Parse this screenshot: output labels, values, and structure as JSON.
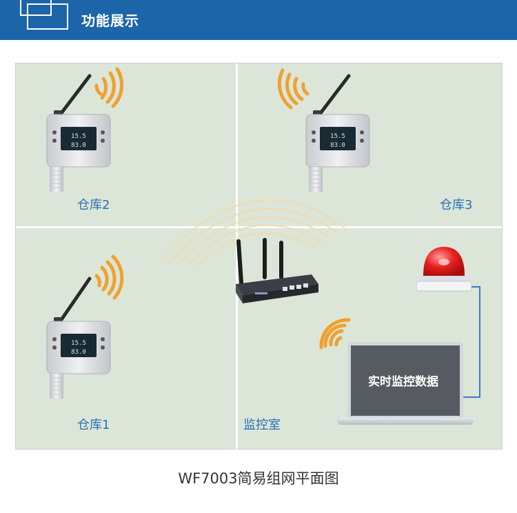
{
  "header": {
    "title": "功能展示"
  },
  "rooms": [
    {
      "label": "仓库2"
    },
    {
      "label": "仓库3"
    },
    {
      "label": "仓库1"
    },
    {
      "label": "监控室"
    }
  ],
  "laptop": {
    "screen_text": "实时监控数据"
  },
  "caption": "WF7003简易组网平面图",
  "device": {
    "readout_top": "15.5",
    "readout_bottom": "83.0"
  },
  "colors": {
    "header": "#1b65a8",
    "signal": "#f0a030",
    "label": "#2b6fb5",
    "floor": "#dbe6d8"
  }
}
